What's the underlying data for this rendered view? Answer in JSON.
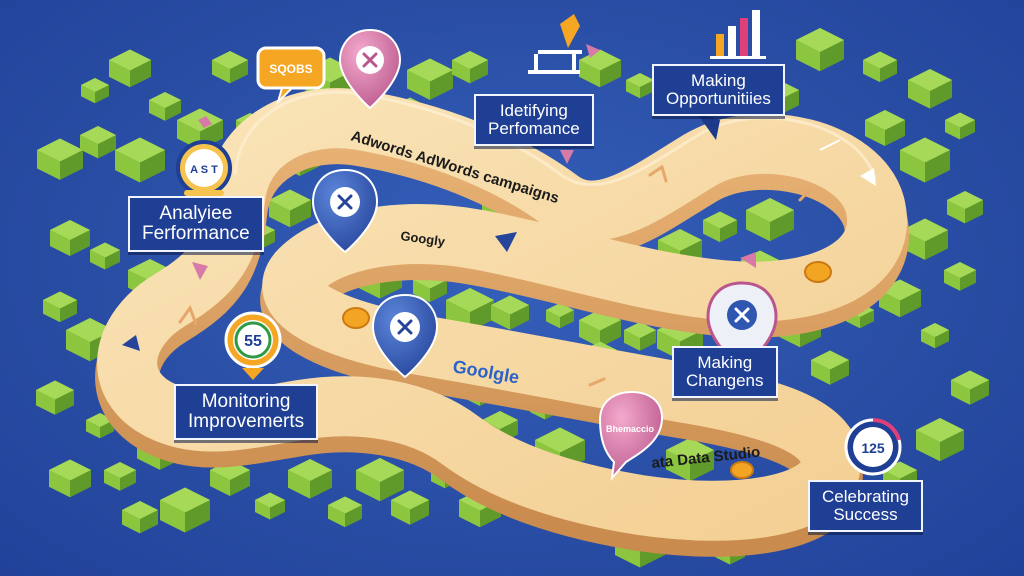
{
  "labels": {
    "analyze": [
      "Analyiee",
      "Ferformance"
    ],
    "identify": [
      "Idetifying",
      "Perfomance"
    ],
    "opportunities": [
      "Making",
      "Opportunitiies"
    ],
    "monitoring": [
      "Monitoring",
      "Improvemerts"
    ],
    "changes": [
      "Making",
      "Changens"
    ],
    "success": [
      "Celebrating",
      "Success"
    ]
  },
  "path_text": {
    "campaigns": "Adwords AdWords campaigns",
    "google_small": "Googly",
    "google_logo": "Goolgle",
    "data_studio": "ata Data Studio"
  },
  "badges": {
    "speech": "SQOBS",
    "clock": "A S T",
    "monitor_number": "55",
    "bubble": "Bhemaccio",
    "success_number": "125"
  },
  "colors": {
    "background": "#2a4ea5",
    "road": "#f6d9a4",
    "road_side": "#e2a96a",
    "label_fill": "#1f3f95",
    "foliage": "#8cc63f",
    "coin": "#f3a423",
    "pin_pink": "#d77aa8"
  }
}
